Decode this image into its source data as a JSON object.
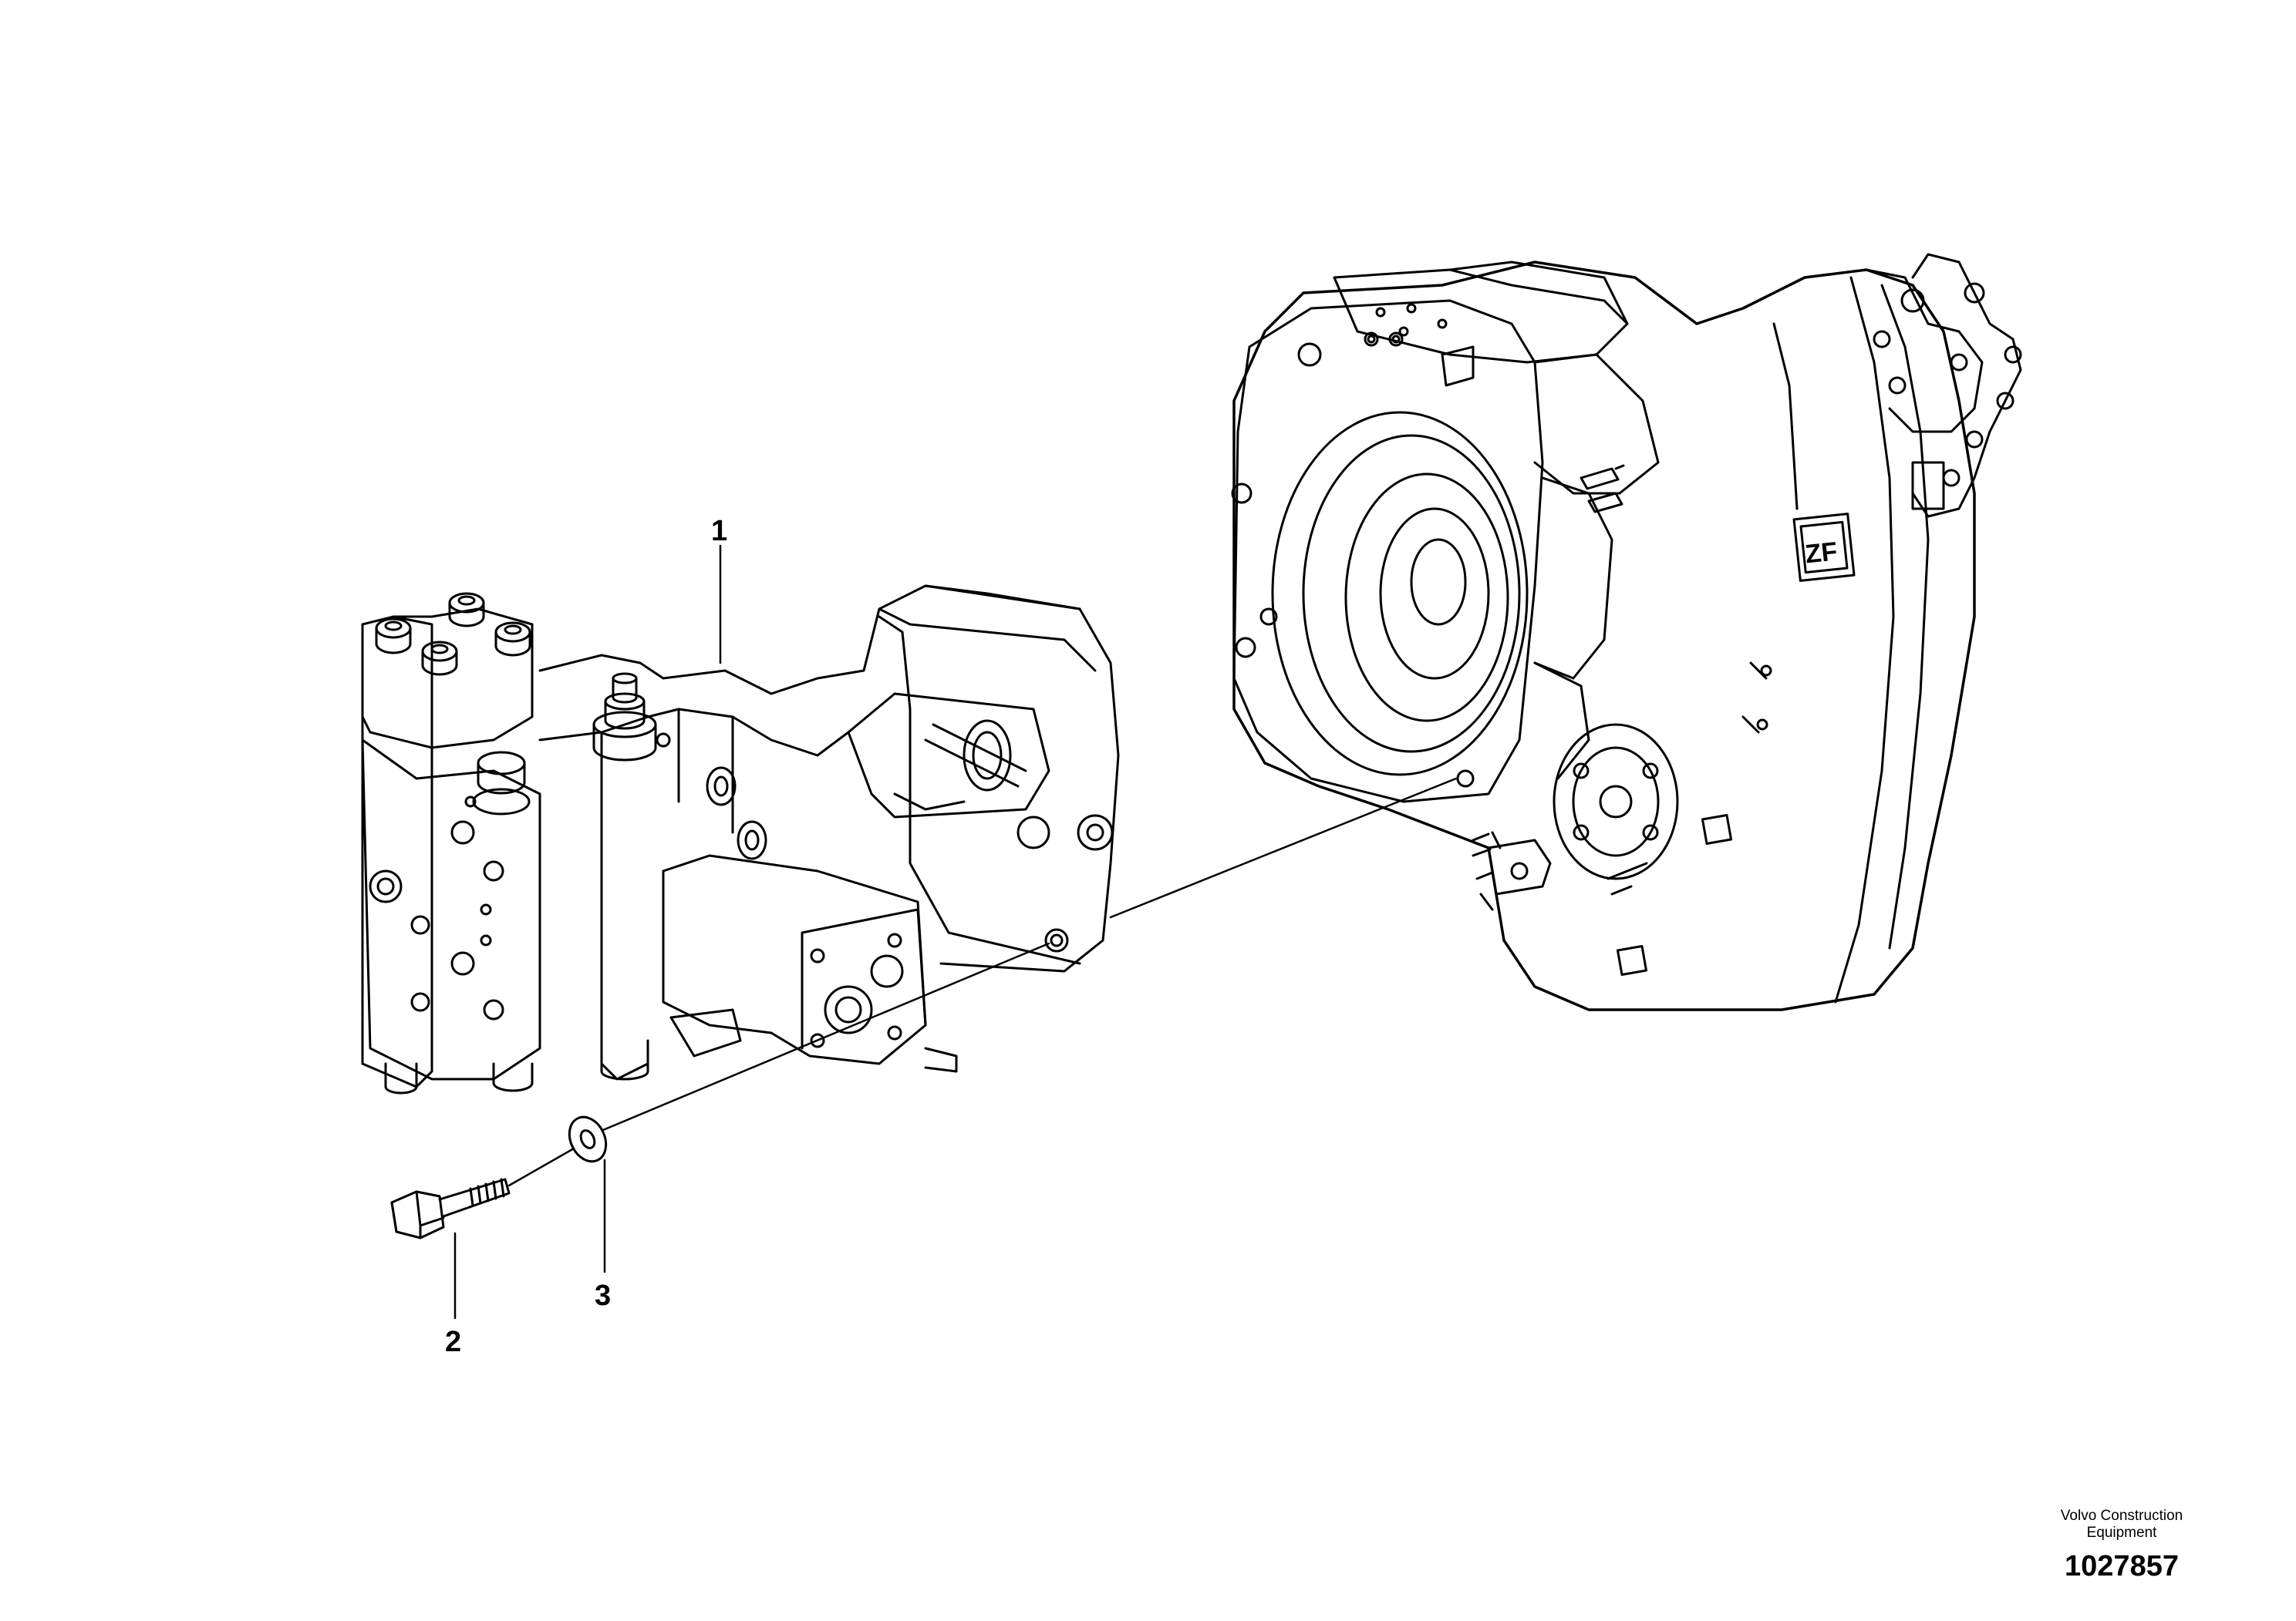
{
  "diagram": {
    "callouts": [
      {
        "id": "1",
        "label": "1"
      },
      {
        "id": "2",
        "label": "2"
      },
      {
        "id": "3",
        "label": "3"
      }
    ],
    "parts": {
      "hydraulic_motor_logo": "ZF"
    }
  },
  "stamp": {
    "company_line1": "Volvo Construction",
    "company_line2": "Equipment",
    "drawing_number": "1027857"
  }
}
